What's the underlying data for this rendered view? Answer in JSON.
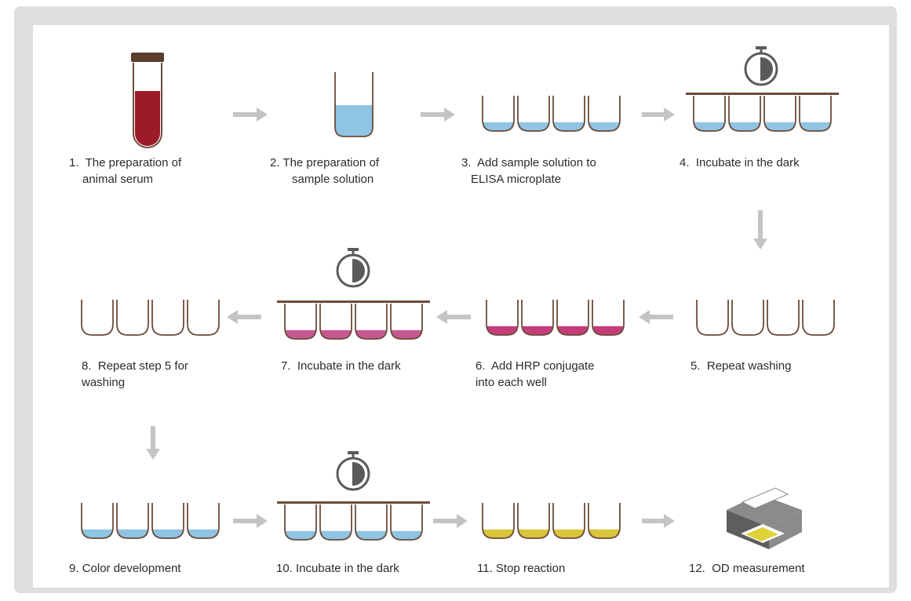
{
  "colors": {
    "frame": "#dedede",
    "well_outline": "#6b4c3b",
    "plate_bar": "#6b4c3b",
    "arrow": "#c4c4c4",
    "blood": "#9c1b2a",
    "tube_cap": "#5a3e2e",
    "blue_liquid": "#8fc4e3",
    "pink_liquid": "#c7588f",
    "magenta_liquid": "#c23d7a",
    "yellow_liquid": "#d9c53a",
    "timer": "#5a5a5a",
    "reader_gray": "#8b8b8b",
    "reader_dark": "#5e5e5e",
    "reader_tray": "#e0d23a"
  },
  "steps": [
    {
      "num": "1.",
      "line1": "The preparation of",
      "line2": "animal serum",
      "icon": "blood-tube-icon"
    },
    {
      "num": "2.",
      "line1": "The preparation of",
      "line2": "sample solution",
      "icon": "sample-tube-icon"
    },
    {
      "num": "3.",
      "line1": "Add sample solution to",
      "line2": "ELISA microplate",
      "icon": "microplate-icon"
    },
    {
      "num": "4.",
      "line1": "Incubate in the dark",
      "line2": "",
      "icon": "incubation-timer-icon"
    },
    {
      "num": "5.",
      "line1": "Repeat washing",
      "line2": "",
      "icon": "empty-plate-icon"
    },
    {
      "num": "6.",
      "line1": "Add HRP conjugate",
      "line2": "into each well",
      "icon": "microplate-icon"
    },
    {
      "num": "7.",
      "line1": "Incubate in the dark",
      "line2": "",
      "icon": "incubation-timer-icon"
    },
    {
      "num": "8.",
      "line1": "Repeat step 5 for",
      "line2": "washing",
      "icon": "empty-plate-icon"
    },
    {
      "num": "9.",
      "line1": "Color development",
      "line2": "",
      "icon": "microplate-icon"
    },
    {
      "num": "10.",
      "line1": "Incubate in the dark",
      "line2": "",
      "icon": "incubation-timer-icon"
    },
    {
      "num": "11.",
      "line1": "Stop reaction",
      "line2": "",
      "icon": "microplate-icon"
    },
    {
      "num": "12.",
      "line1": "OD measurement",
      "line2": "",
      "icon": "plate-reader-icon"
    }
  ]
}
